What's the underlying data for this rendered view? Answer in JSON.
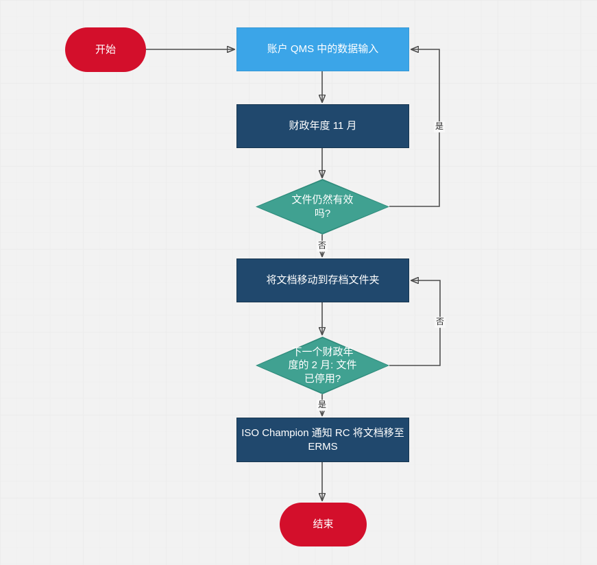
{
  "flowchart": {
    "nodes": {
      "start": {
        "label": "开始",
        "type": "terminator"
      },
      "data_input": {
        "label": "账户 QMS 中的数据输入",
        "type": "process"
      },
      "fiscal_nov": {
        "label": "财政年度 11 月",
        "type": "process"
      },
      "still_valid": {
        "label": "文件仍然有效吗?",
        "type": "decision"
      },
      "move_archive": {
        "label": "将文档移动到存档文件夹",
        "type": "process"
      },
      "next_fiscal": {
        "label": "下一个财政年度的 2 月: 文件已停用?",
        "type": "decision"
      },
      "notify_erms": {
        "label": "ISO Champion 通知 RC 将文档移至 ERMS",
        "type": "process"
      },
      "end": {
        "label": "结束",
        "type": "terminator"
      }
    },
    "edge_labels": {
      "valid_yes": "是",
      "valid_no": "否",
      "stopped_no": "否",
      "stopped_yes": "是"
    },
    "colors": {
      "background": "#f2f2f2",
      "terminator_red": "#d30f2b",
      "process_light": "#3ba5e8",
      "process_dark": "#20486d",
      "decision_teal": "#40a191",
      "connector_line": "#4d4d4d",
      "arrowhead": "#111111"
    }
  }
}
